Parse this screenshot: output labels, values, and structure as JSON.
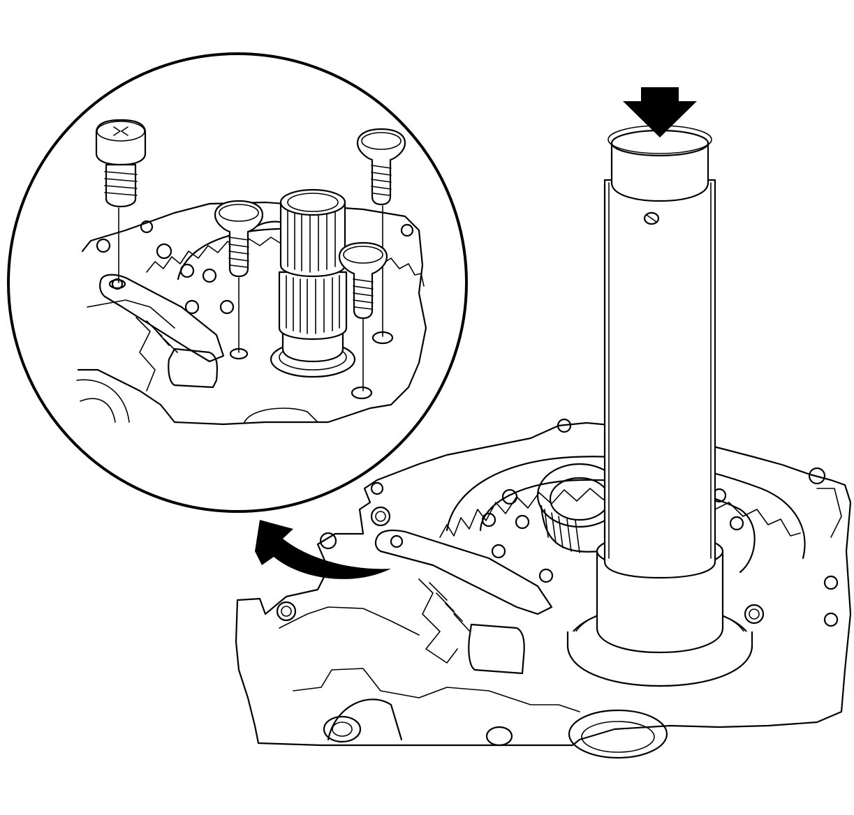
{
  "figure": {
    "background": "#ffffff",
    "ink": "#000000",
    "parts": {
      "housing": "transmission-case-housing",
      "tool": "seal-installer-tool",
      "arrow_down": "press-direction-arrow-icon",
      "arrow_curved": "detail-callout-arrow-icon",
      "inset": "detail-inset-circle",
      "bolts": [
        "flat-head-screw",
        "flat-head-screw",
        "flat-head-screw",
        "pan-head-bolt"
      ]
    }
  }
}
